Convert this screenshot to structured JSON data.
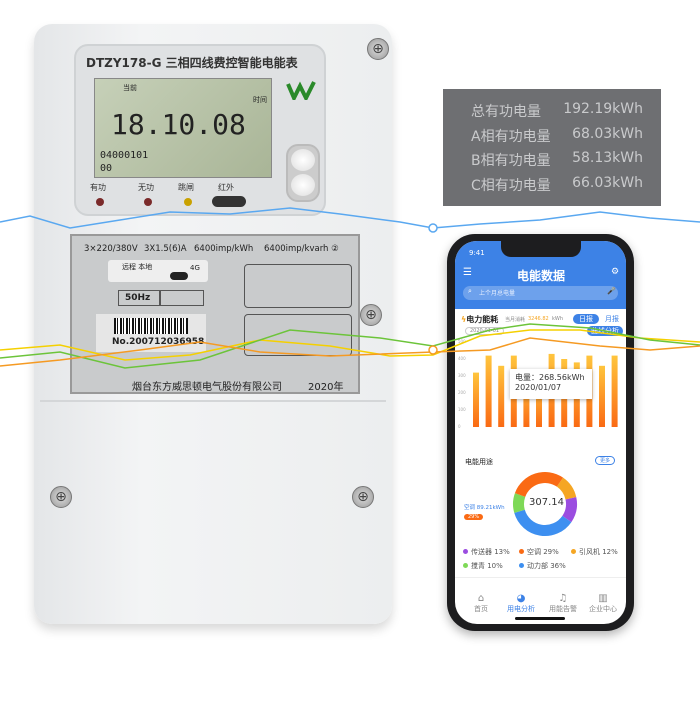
{
  "meter": {
    "model": "DTZY178-G 三相四线费控智能电能表",
    "lcd": {
      "label_current": "当前",
      "label_time": "时间",
      "main_value": "18.10.08",
      "code": "04000101",
      "sub": "00"
    },
    "indicators": [
      "有功",
      "无功",
      "跳闸",
      "红外"
    ],
    "plate": {
      "voltage": "3×220/380V",
      "current": "3X1.5(6)A",
      "const_active": "6400imp/kWh",
      "const_reactive": "6400imp/kvarh ②",
      "module_labels": "远程 本地",
      "module_type": "4G",
      "frequency": "50Hz",
      "serial": "No.200712036958",
      "manufacturer": "烟台东方威思顿电气股份有限公司",
      "year": "2020年"
    }
  },
  "readings": [
    {
      "label": "总有功电量",
      "value": "192.19kWh"
    },
    {
      "label": "A相有功电量",
      "value": "68.03kWh"
    },
    {
      "label": "B相有功电量",
      "value": "58.13kWh"
    },
    {
      "label": "C相有功电量",
      "value": "66.03kWh"
    }
  ],
  "phone": {
    "time": "9:41",
    "title": "电能数据",
    "search_placeholder": "上个月总电量",
    "energy": {
      "title": "电力能耗",
      "month_label": "当月消耗",
      "month_value": "3246.82",
      "unit": "kWh",
      "date": "2020-01-01",
      "daily": "日报",
      "monthly": "月报",
      "curve": "曲线分析"
    },
    "chart": {
      "yticks": [
        "0",
        "100",
        "200",
        "300",
        "400",
        "500"
      ],
      "bars": [
        320,
        420,
        360,
        420,
        300,
        268,
        430,
        400,
        380,
        420,
        360,
        420
      ],
      "tooltip_value": "电量：268.56kWh",
      "tooltip_date": "2020/01/07",
      "colors": {
        "top": "#ffc53d",
        "bottom": "#fa6a14"
      }
    },
    "usage": {
      "title": "电能用途",
      "more": "更多",
      "center_value": "307.14",
      "callout_label": "空调 89.21kWh",
      "callout_pct": "29%",
      "legend": [
        {
          "label": "传送器 13%",
          "pct": 13,
          "color": "#9b4de0"
        },
        {
          "label": "空调 29%",
          "pct": 29,
          "color": "#fa6a14"
        },
        {
          "label": "引风机 12%",
          "pct": 12,
          "color": "#f5a623"
        },
        {
          "label": "搅青 10%",
          "pct": 10,
          "color": "#7ed957"
        },
        {
          "label": "动力部 36%",
          "pct": 36,
          "color": "#3d8ff0"
        }
      ]
    },
    "tabs": [
      {
        "label": "首页",
        "icon": "home-icon"
      },
      {
        "label": "用电分析",
        "icon": "pie-chart-icon",
        "active": true
      },
      {
        "label": "用能告警",
        "icon": "bell-icon"
      },
      {
        "label": "企业中心",
        "icon": "building-icon"
      }
    ]
  },
  "colors": {
    "accent": "#3d82e6",
    "line_blue": "#5aa8f0",
    "line_yellow": "#f5d000",
    "line_green": "#6cc43a",
    "line_orange": "#f59a23"
  }
}
